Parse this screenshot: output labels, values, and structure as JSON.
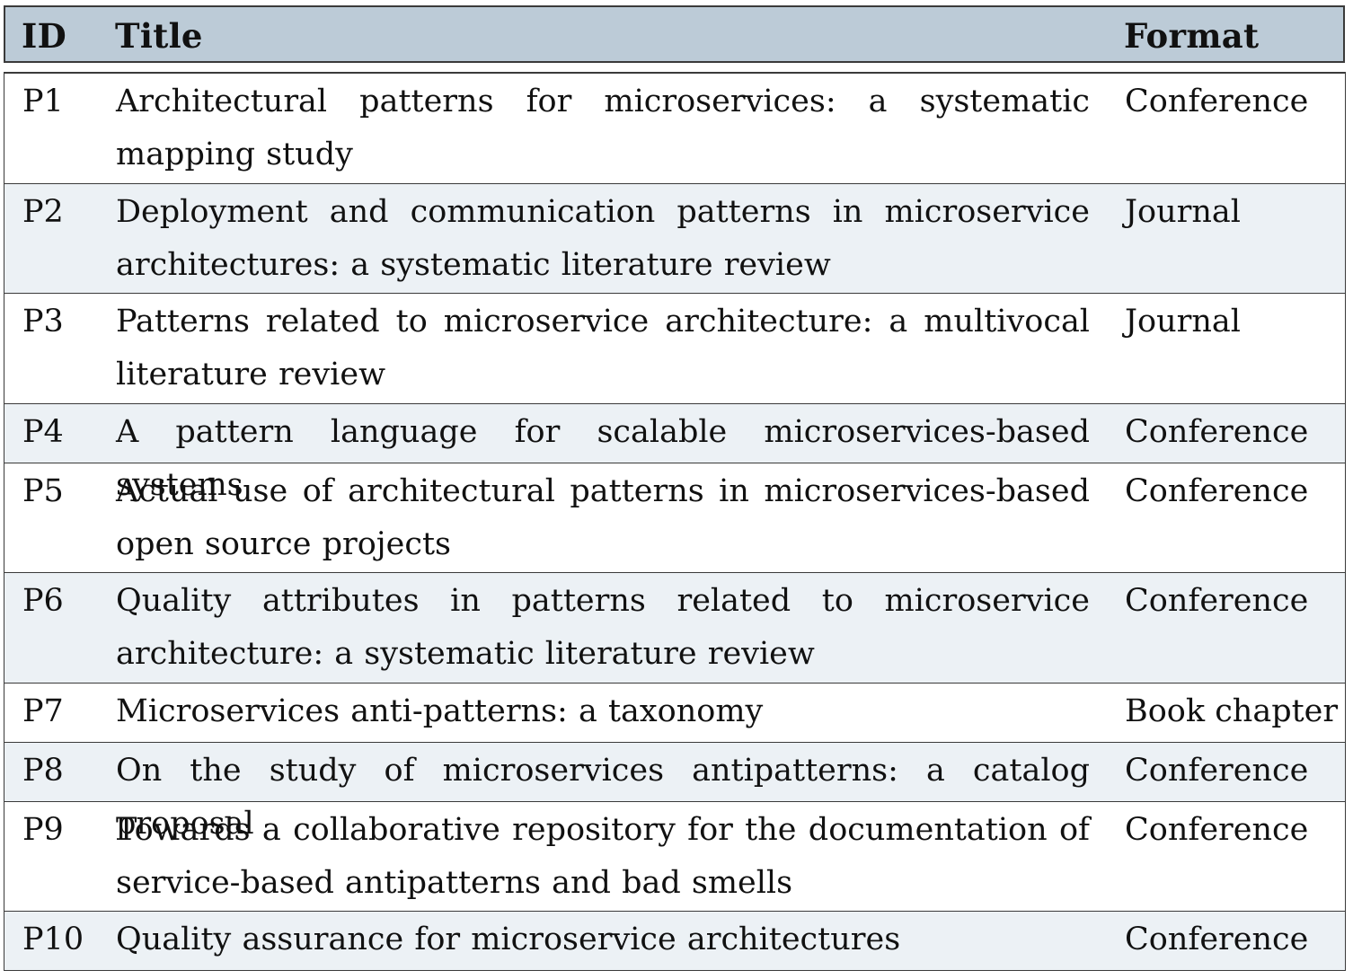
{
  "table": {
    "headers": {
      "id": "ID",
      "title": "Title",
      "format": "Format"
    },
    "rows": [
      {
        "id": "P1",
        "title": "Architectural patterns for microservices: a systematic mapping study",
        "format": "Conference"
      },
      {
        "id": "P2",
        "title": "Deployment and communication patterns in microservice architectures: a systematic literature review",
        "format": "Journal"
      },
      {
        "id": "P3",
        "title": "Patterns related to microservice architecture: a multivocal literature review",
        "format": "Journal"
      },
      {
        "id": "P4",
        "title": "A pattern language for scalable microservices-based systems",
        "format": "Conference"
      },
      {
        "id": "P5",
        "title": "Actual use of architectural patterns in microservices-based open source projects",
        "format": "Conference"
      },
      {
        "id": "P6",
        "title": "Quality attributes in patterns related to microservice architecture: a systematic literature review",
        "format": "Conference"
      },
      {
        "id": "P7",
        "title": "Microservices anti-patterns: a taxonomy",
        "format": "Book chapter"
      },
      {
        "id": "P8",
        "title": "On the study of microservices antipatterns: a catalog proposal",
        "format": "Conference"
      },
      {
        "id": "P9",
        "title": "Towards a collaborative repository for the documentation of service-based antipatterns and bad smells",
        "format": "Conference"
      },
      {
        "id": "P10",
        "title": "Quality assurance for microservice architectures",
        "format": "Conference"
      }
    ]
  }
}
